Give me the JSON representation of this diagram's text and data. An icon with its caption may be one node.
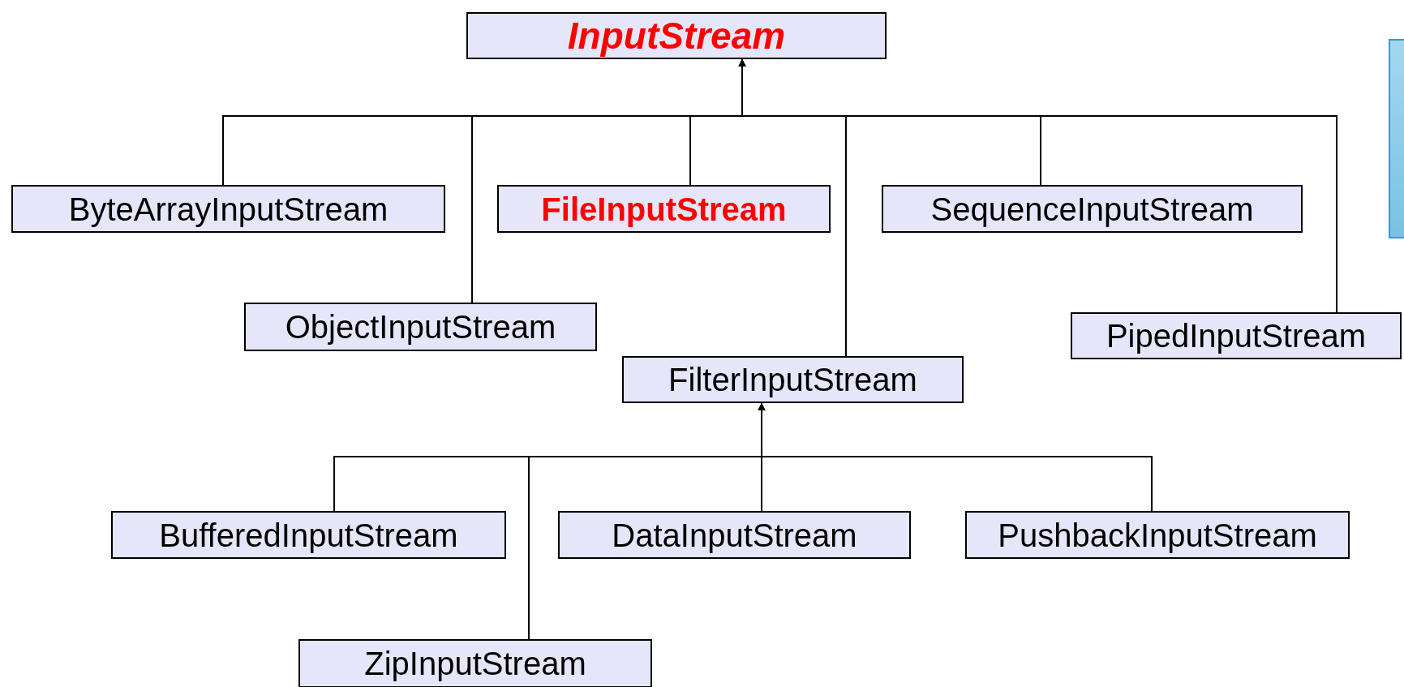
{
  "diagram": {
    "nodes": [
      {
        "text": [
          "InputStream"
        ]
      },
      {
        "text": [],
        "shape": "box"
      },
      {
        "text": [
          "ByteArrayInputStream"
        ]
      },
      {
        "text": [
          "FileInputStream"
        ]
      },
      {
        "text": [
          "SequenceInputStream"
        ]
      },
      {
        "text": [
          "ObjectInputStream"
        ]
      },
      {
        "text": [
          "PipedInputStream"
        ]
      },
      {
        "text": [
          "FilterInputStream"
        ]
      },
      {
        "text": [
          "BufferedInputStream"
        ]
      },
      {
        "text": [
          "DataInputStream"
        ]
      },
      {
        "text": [
          "PushbackInputStream"
        ]
      },
      {
        "text": [
          "ZipInputStream"
        ]
      }
    ],
    "edges": [
      {
        "from": 2,
        "to": 0,
        "arrow": "to"
      },
      {
        "from": 5,
        "to": 0,
        "arrow": "to"
      },
      {
        "from": 3,
        "to": 0,
        "arrow": "to"
      },
      {
        "from": 7,
        "to": 0,
        "arrow": "to"
      },
      {
        "from": 4,
        "to": 0,
        "arrow": "to"
      },
      {
        "from": 6,
        "to": 0,
        "arrow": "to"
      },
      {
        "from": 8,
        "to": 7,
        "arrow": "to"
      },
      {
        "from": 11,
        "to": 7,
        "arrow": "to"
      },
      {
        "from": 9,
        "to": 7,
        "arrow": "to"
      },
      {
        "from": 10,
        "to": 7,
        "arrow": "to"
      }
    ]
  }
}
